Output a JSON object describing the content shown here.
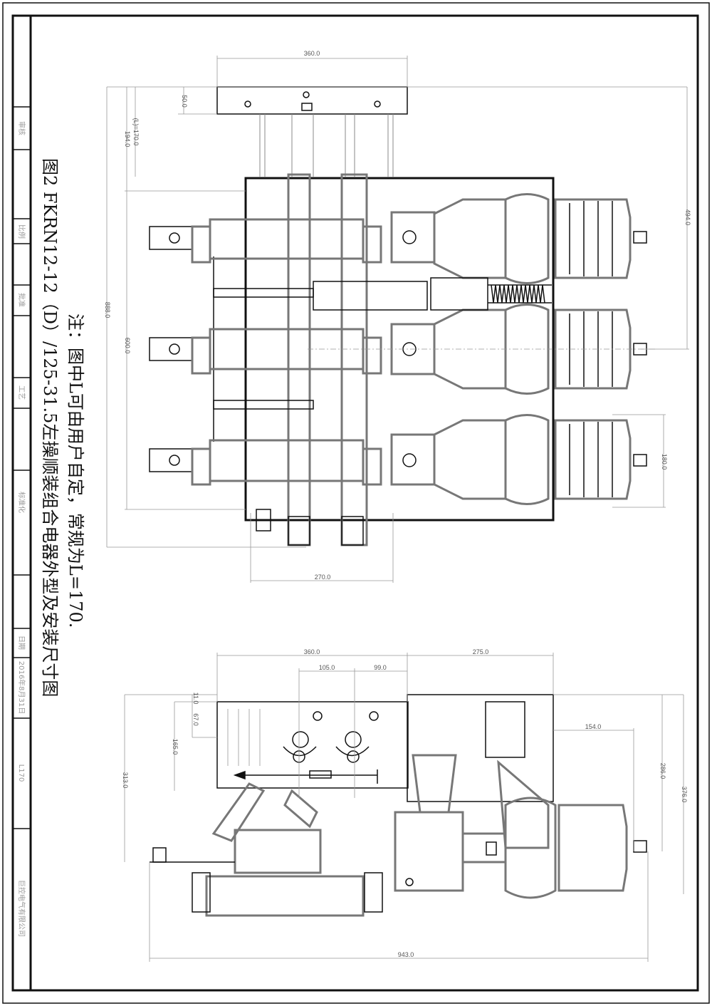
{
  "title_block": {
    "cells": [
      "审核",
      "比例",
      "批准",
      "工艺",
      "标准化",
      "日期"
    ],
    "date": "2016年8月31日",
    "drawing_no": "L170",
    "company": "巨控电气有限公司"
  },
  "note": "注：图中L可由用户自定，常规为L=170.",
  "title": "图2 FKRN12-12（D）/125-31.5左操顺装组合电器外型及安装尺寸图",
  "top_view": {
    "dimensions": [
      "360.0",
      "50.0",
      "(L)=170.0",
      "194.0",
      "888.0",
      "600.0",
      "494.0",
      "180.0",
      "270.0"
    ]
  },
  "side_view": {
    "dimensions": [
      "360.0",
      "275.0",
      "105.0",
      "99.0",
      "11.0",
      "67.0",
      "165.0",
      "313.0",
      "154.0",
      "286.0",
      "376.0",
      "943.0"
    ]
  }
}
